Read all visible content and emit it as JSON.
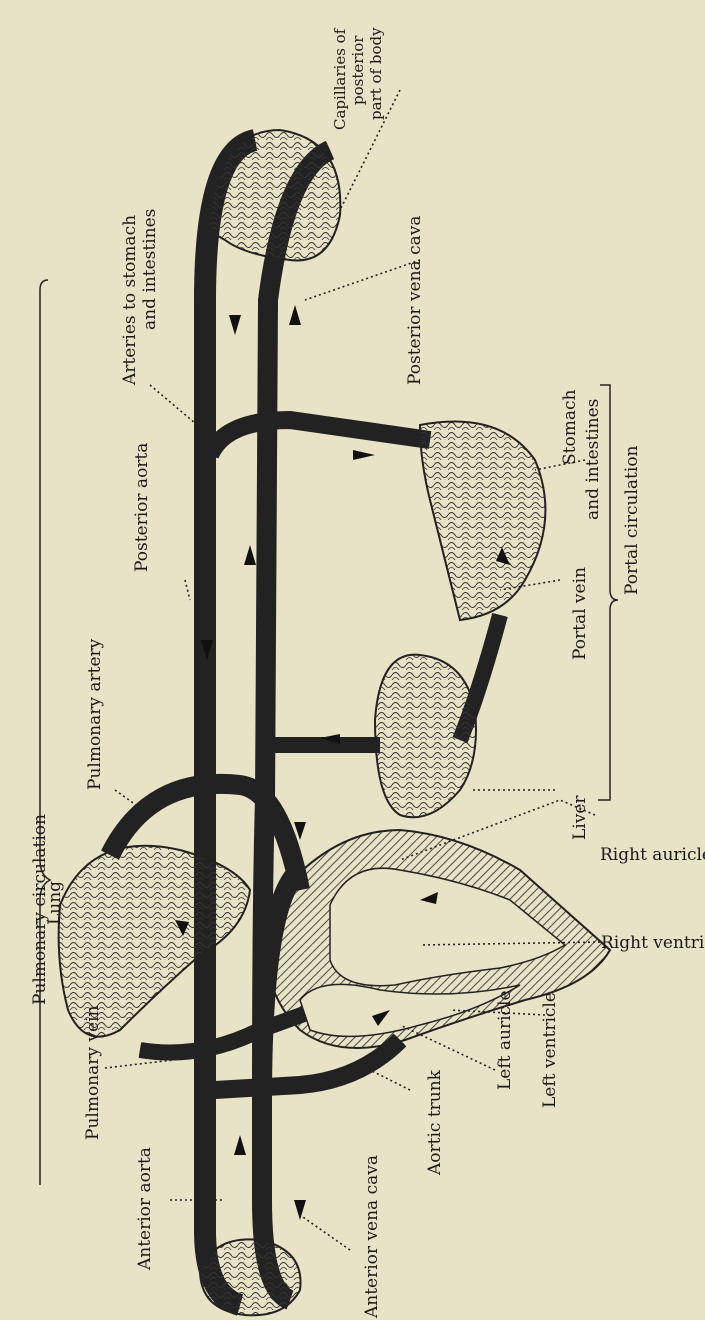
{
  "labels": {
    "pulmonary_circulation": "Pulmonary circulation",
    "portal_circulation": "Portal circulation",
    "capillaries_posterior": [
      "Capillaries of",
      "posterior",
      "part of body"
    ],
    "posterior_vena_cava": "Posterior vena cava",
    "arteries_stomach": [
      "Arteries to stomach",
      "and intestines"
    ],
    "stomach_intestines": [
      "Stomach",
      "and intestines"
    ],
    "posterior_aorta": "Posterior aorta",
    "portal_vein": "Portal vein",
    "pulmonary_artery": "Pulmonary artery",
    "liver": "Liver",
    "right_auricle": "Right auricle",
    "lung": "Lung",
    "right_ventricle": "Right ventricle",
    "pulmonary_vein": "Pulmonary vein",
    "left_ventricle": "Left ventricle",
    "left_auricle": "Left auricle",
    "aortic_trunk": "Aortic trunk",
    "anterior_aorta": "Anterior aorta",
    "anterior_vena_cava": "Anterior vena cava"
  },
  "colors": {
    "paper": "#e8e2c6",
    "ink": "#222222"
  }
}
